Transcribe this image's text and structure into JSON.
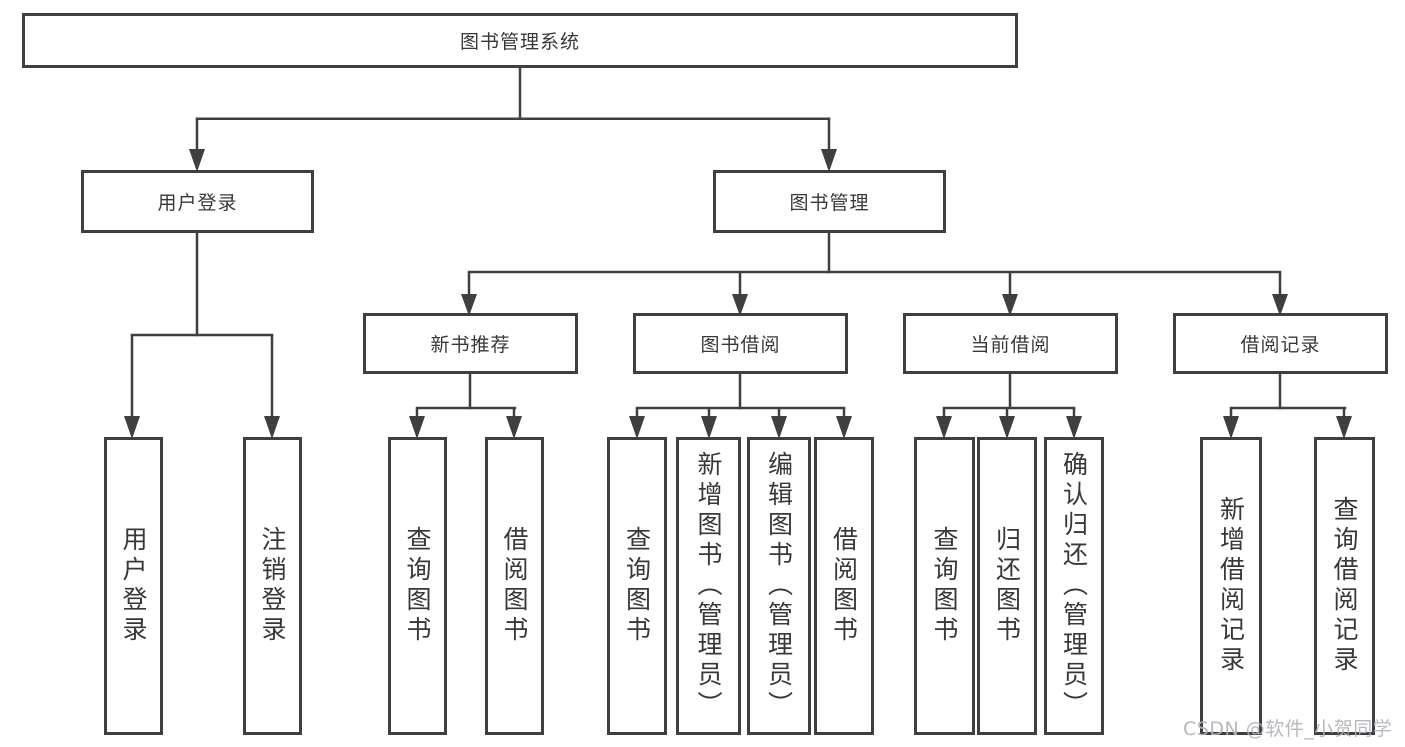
{
  "diagram": {
    "title": "图书管理系统",
    "branches": {
      "user_login": {
        "label": "用户登录",
        "children": [
          {
            "label": "用户登录"
          },
          {
            "label": "注销登录"
          }
        ]
      },
      "book_management": {
        "label": "图书管理",
        "children": [
          {
            "label": "新书推荐",
            "children": [
              {
                "label": "查询图书"
              },
              {
                "label": "借阅图书"
              }
            ]
          },
          {
            "label": "图书借阅",
            "children": [
              {
                "label": "查询图书"
              },
              {
                "label": "新增图书（管理员）"
              },
              {
                "label": "编辑图书（管理员）"
              },
              {
                "label": "借阅图书"
              }
            ]
          },
          {
            "label": "当前借阅",
            "children": [
              {
                "label": "查询图书"
              },
              {
                "label": "归还图书"
              },
              {
                "label": "确认归还（管理员）"
              }
            ]
          },
          {
            "label": "借阅记录",
            "children": [
              {
                "label": "新增借阅记录"
              },
              {
                "label": "查询借阅记录"
              }
            ]
          }
        ]
      }
    },
    "watermark": "CSDN @软件_小贺同学",
    "colors": {
      "line": "#3f3f3f",
      "text": "#383838",
      "background": "#ffffff",
      "watermark": "#b2b2ba"
    }
  }
}
